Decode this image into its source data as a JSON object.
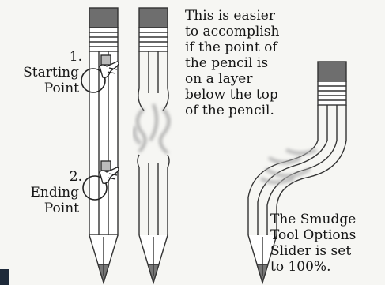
{
  "annotations": {
    "starting_number": "1.",
    "starting_label_line1": "Starting",
    "starting_label_line2": "Point",
    "ending_number": "2.",
    "ending_label_line1": "Ending",
    "ending_label_line2": "Point",
    "note_lines": [
      "This is easier",
      "to accomplish",
      "if the point of",
      "the pencil is",
      "on a layer",
      "below the top",
      "of the pencil."
    ],
    "setting_lines": [
      "The Smudge",
      "Tool Options",
      "Slider is set",
      "to 100%."
    ]
  },
  "icons": [
    "smudge-finger-icon",
    "smudge-finger-icon"
  ],
  "colors": {
    "background": "#f6f6f3",
    "ink": "#151515",
    "pencil_outline": "#333333",
    "eraser_cap": "#6e6e6e",
    "smudge_gray": "#c9c9c9"
  }
}
